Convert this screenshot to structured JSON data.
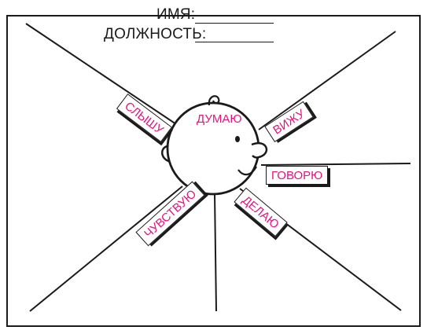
{
  "header": {
    "name_label": "ИМЯ:",
    "position_label": "ДОЛЖНОСТЬ:"
  },
  "center": {
    "thinks": "ДУМАЮ"
  },
  "labels": {
    "hear": "СЛЫШУ",
    "see": "ВИЖУ",
    "speak": "ГОВОРЮ",
    "do": "ДЕЛАЮ",
    "feel": "ЧУВСТВУЮ"
  },
  "colors": {
    "accent": "#e0157f",
    "ink": "#1a1a1a",
    "paper": "#ffffff"
  }
}
